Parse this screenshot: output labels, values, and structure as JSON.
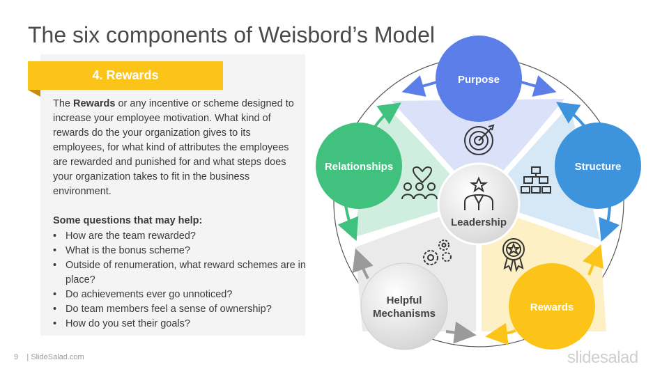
{
  "slide": {
    "title": "The six components of Weisbord’s Model",
    "page_number": "9",
    "footer_site": "| SlideSalad.com",
    "brand": "slidesalad"
  },
  "panel": {
    "tab_label": "4. Rewards",
    "desc_bold": "Rewards",
    "desc_prefix": "The ",
    "desc_rest": " or any incentive or scheme designed to increase your employee motivation. What kind of rewards do the your organization gives to its employees, for what kind of attributes the employees are rewarded and punished for and what steps does your organization takes to fit in the business environment.",
    "questions_heading": "Some questions that may help:",
    "questions": [
      "How are the team rewarded?",
      "What is the bonus scheme?",
      "Outside of renumeration, what reward schemes are in place?",
      "Do achievements ever go unnoticed?",
      "Do team members feel a sense of ownership?",
      "How do you set their goals?"
    ]
  },
  "diagram": {
    "center_label": "Leadership",
    "nodes": {
      "purpose": "Purpose",
      "structure": "Structure",
      "rewards": "Rewards",
      "helpful_line1": "Helpful",
      "helpful_line2": "Mechanisms",
      "relationships": "Relationships"
    },
    "colors": {
      "purpose": "#5b7ee8",
      "structure": "#3d93dc",
      "rewards": "#fcc419",
      "helpful": "#d9d9d9",
      "relationships": "#40c17d",
      "accent": "#fcc419"
    }
  }
}
